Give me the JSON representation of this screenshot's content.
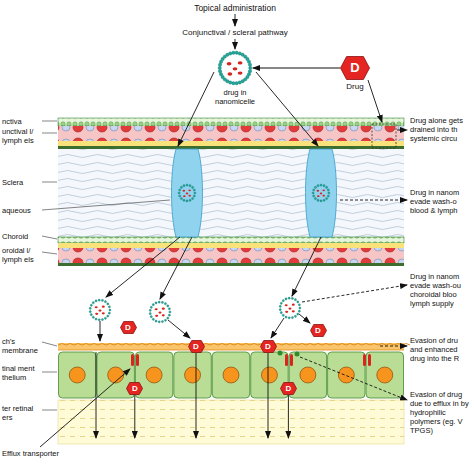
{
  "diagram": {
    "nodes": [
      {
        "text": [
          "drug in nanomicelle"
        ]
      },
      {
        "text": [
          "D",
          "Drug"
        ]
      }
    ],
    "edges": [
      {
        "from": 1,
        "to": 0,
        "arrow": "to"
      }
    ],
    "labels": [
      "Topical administration",
      "Conjunctival / scleral pathway",
      "nctiva",
      "unctival l/ lymph els",
      "Sclera",
      "aqueous",
      "Choroid",
      "oroidal l/ lymph els",
      "ch's membrane",
      "tinal ment thelium",
      "ter retinal ers",
      "Efflux transporter",
      "Drug alone gets drained into th systemic circu",
      "Drug in nanom evade wash-o blood & lymph",
      "Drug in nanom evade wash-ou choroidal bloo lymph supply",
      "Evasion of dru and enhanced drug into the R",
      "Evasion of drug due to efflux in by hydrophilic polymers (eg. V TPGS)",
      "D",
      "D",
      "D",
      "D",
      "D",
      "D"
    ]
  }
}
